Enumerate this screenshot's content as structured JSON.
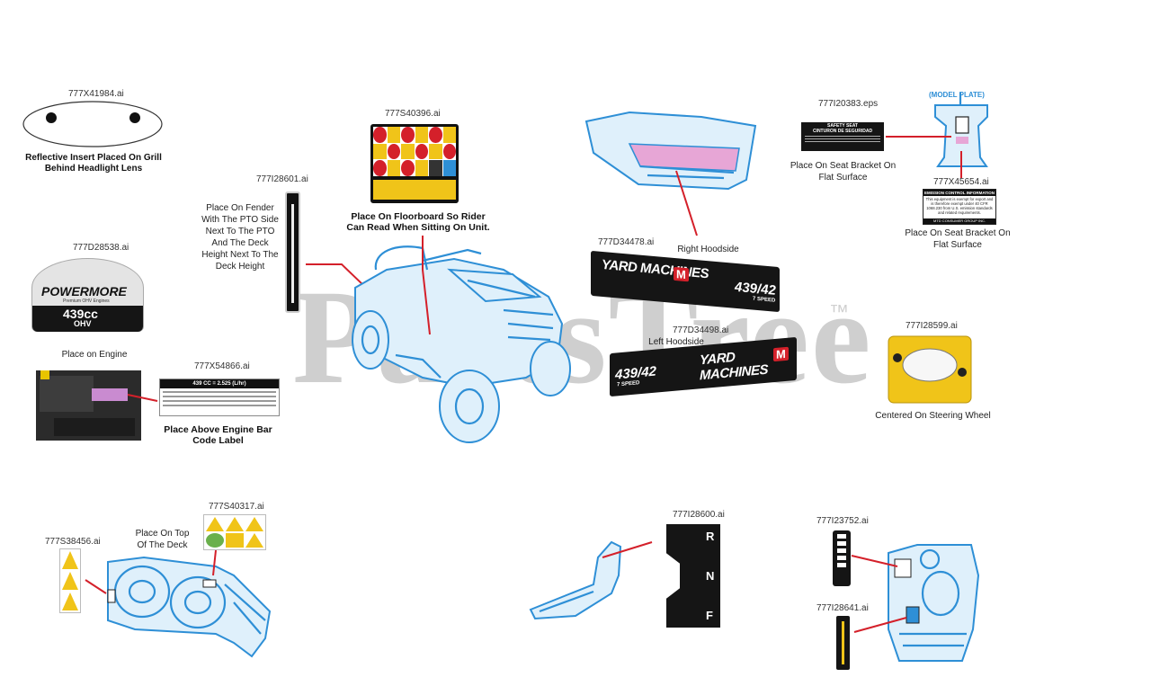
{
  "watermark": {
    "text": "PartsTree",
    "tm": "™"
  },
  "labels": {
    "reflective": {
      "code": "777X41984.ai",
      "caption": "Reflective Insert Placed On Grill Behind Headlight Lens"
    },
    "powermore": {
      "code": "777D28538.ai",
      "caption": "Place on Engine",
      "brand": "POWERMORE",
      "sub": "Premium OHV Engines",
      "size": "439cc",
      "ohv": "OHV"
    },
    "fuel": {
      "code": "777X54866.ai",
      "caption": "Place Above Engine Bar Code Label",
      "header": "439 CC = 2.525 (L/hr)"
    },
    "fender": {
      "code": "777I28601.ai",
      "caption": "Place On Fender With The PTO Side Next To The PTO And The Deck Height Next To The Deck Height"
    },
    "floorboard": {
      "code": "777S40396.ai",
      "caption": "Place On Floorboard So Rider Can Read When Sitting On Unit."
    },
    "right_hoodside": {
      "code": "777D34478.ai",
      "caption": "Right Hoodside",
      "brand": "YARD MACHINES",
      "badge": "M",
      "model": "439/42",
      "speed": "7 SPEED"
    },
    "left_hoodside": {
      "code": "777D34498.ai",
      "caption": "Left Hoodside",
      "brand": "YARD MACHINES",
      "badge": "M",
      "model": "439/42",
      "speed": "7 SPEED"
    },
    "seat": {
      "code": "777I20383.eps",
      "caption": "Place On Seat Bracket On Flat Surface",
      "title": "SAFETY SEAT",
      "subtitle": "CINTURON DE SEGURIDAD"
    },
    "model_plate": {
      "label": "(MODEL PLATE)"
    },
    "emission": {
      "code": "777X45654.ai",
      "caption": "Place On Seat Bracket On Flat Surface",
      "title": "EMISSION CONTROL INFORMATION",
      "body": "This equipment is exempt for export and is therefore exempt under 40 CFR 1068.230 from U.S. emission standards and related requirements.",
      "footer": "MTD CONSUMER GROUP INC."
    },
    "steering": {
      "code": "777I28599.ai",
      "caption": "Centered On Steering Wheel"
    },
    "deck_side": {
      "code": "777S38456.ai"
    },
    "deck_top": {
      "code": "777S40317.ai",
      "caption": "Place On Top Of The Deck"
    },
    "shift": {
      "code": "777I28600.ai",
      "r": "R",
      "n": "N",
      "f": "F"
    },
    "dash_upper": {
      "code": "777I23752.ai"
    },
    "dash_lower": {
      "code": "777I28641.ai"
    }
  }
}
